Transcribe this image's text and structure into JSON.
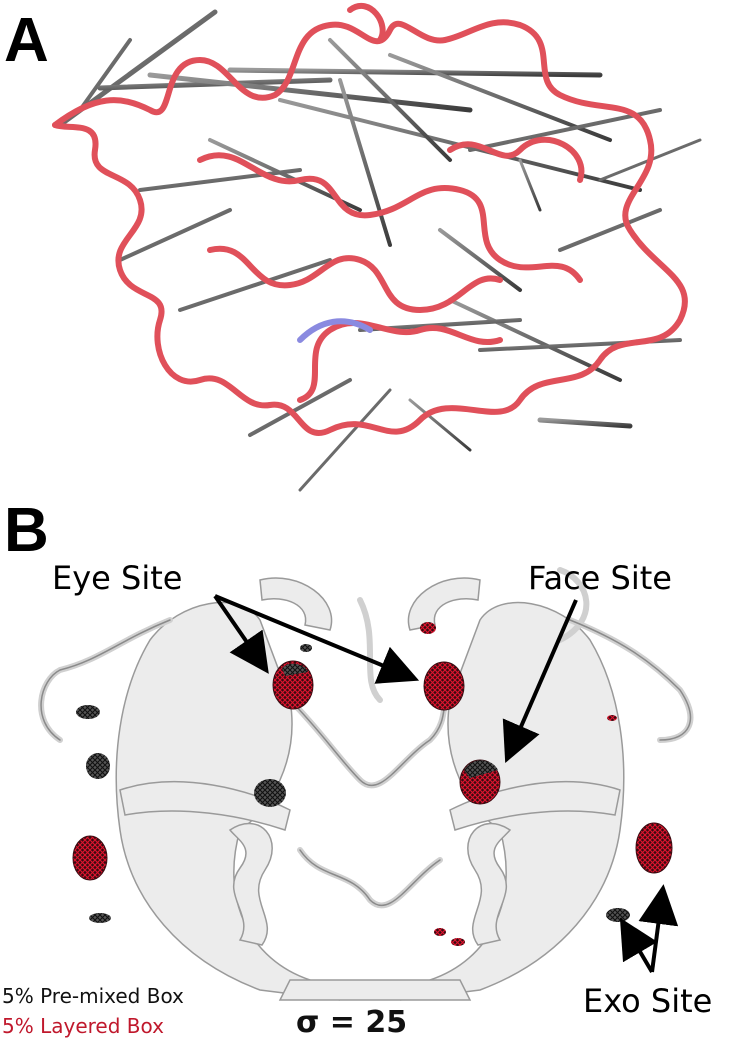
{
  "panels": {
    "a": {
      "letter": "A"
    },
    "b": {
      "letter": "B"
    }
  },
  "sites": {
    "eye": "Eye Site",
    "face": "Face Site",
    "exo": "Exo Site"
  },
  "legend": {
    "premixed": "5% Pre-mixed Box",
    "layered": "5% Layered Box"
  },
  "sigma": "σ = 25",
  "colors": {
    "backbone_tube": "#e0505a",
    "cone_vector": "#707070",
    "ribbon": "#e8e8e8",
    "premixed_mesh": "#222222",
    "layered_mesh": "#d0102a",
    "legend_layered_text": "#c0182c"
  }
}
